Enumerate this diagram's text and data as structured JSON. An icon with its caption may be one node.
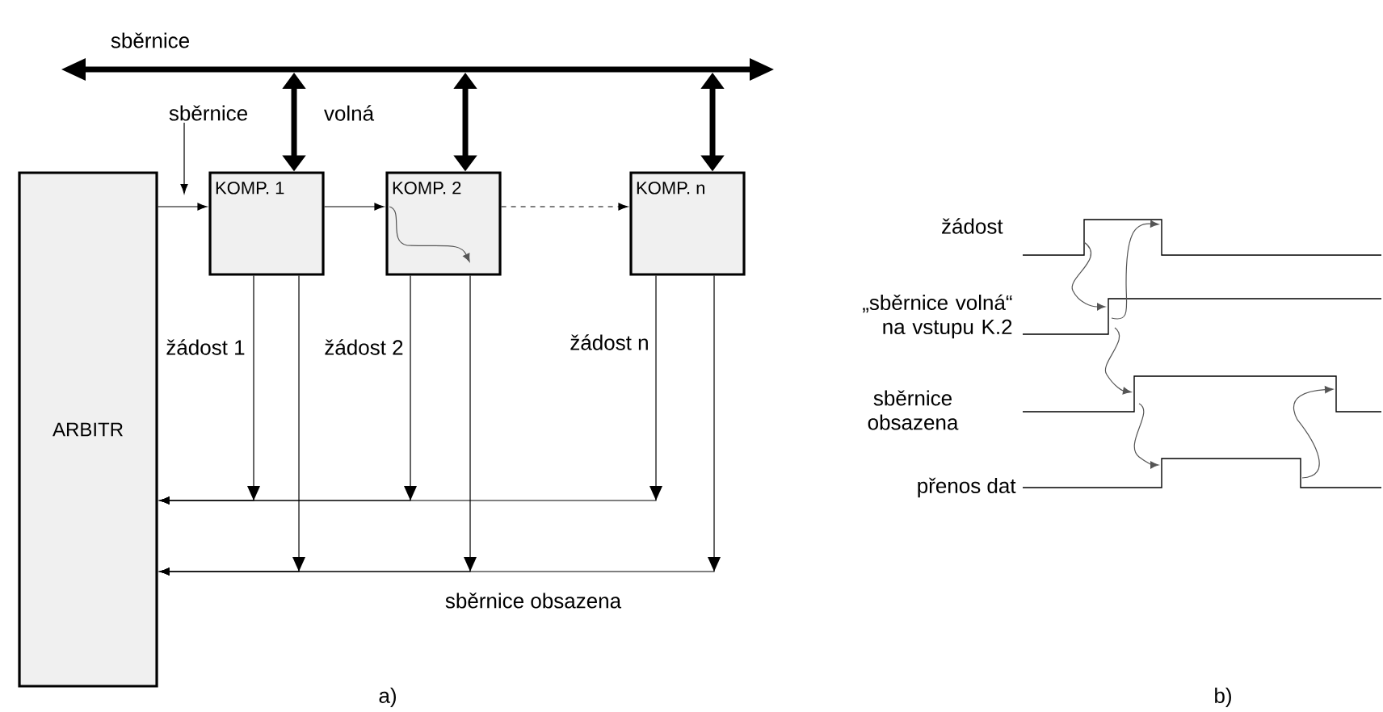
{
  "diagram": {
    "nodes": [
      {
        "text": [
          "ARBITR"
        ]
      },
      {
        "text": [
          "KOMP. 1"
        ]
      },
      {
        "text": [
          "KOMP. 2"
        ]
      },
      {
        "text": [
          "KOMP. n"
        ]
      },
      {
        "text": [],
        "shape": "bar",
        "beside": [
          "sběrnice"
        ]
      },
      {
        "text": [
          "sběrnice"
        ]
      }
    ],
    "edges": [
      {
        "from": 4,
        "to": 1,
        "arrow": "both",
        "style": "thick"
      },
      {
        "from": 4,
        "to": 2,
        "arrow": "both",
        "style": "thick"
      },
      {
        "from": 4,
        "to": 3,
        "arrow": "both",
        "style": "thick"
      },
      {
        "from": 0,
        "to": 1,
        "arrow": "to"
      },
      {
        "from": 1,
        "to": 2,
        "arrow": "to"
      },
      {
        "from": 2,
        "to": 3,
        "arrow": "to",
        "style": "dashed"
      },
      {
        "from": 1,
        "to": 0,
        "arrow": "to",
        "label": "žádost 1"
      },
      {
        "from": 2,
        "to": 0,
        "arrow": "to",
        "label": "žádost 2"
      },
      {
        "from": 3,
        "to": 0,
        "arrow": "to",
        "label": "žádost n"
      },
      {
        "from": 1,
        "to": 0,
        "arrow": "to"
      },
      {
        "from": 2,
        "to": 0,
        "arrow": "to"
      },
      {
        "from": 3,
        "to": 0,
        "arrow": "to",
        "label": "sběrnice obsazena"
      },
      {
        "from": 5,
        "to": null,
        "arrow": "to"
      }
    ],
    "labels": [
      "volná",
      "žádost",
      "„sběrnice volná“ na vstupu K.2",
      "sběrnice obsazena",
      "přenos dat",
      "a)",
      "b)"
    ]
  }
}
